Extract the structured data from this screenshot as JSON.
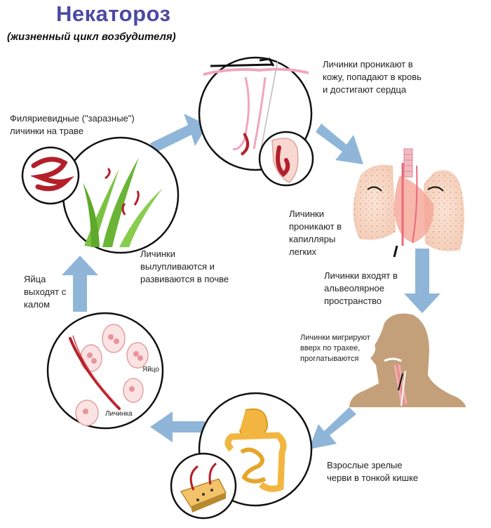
{
  "title": "Некатороз",
  "subtitle": "(жизненный цикл возбудителя)",
  "stages": {
    "skin": "Личинки проникают в\nкожу, попадают в кровь\nи достигают сердца",
    "lungs": "Личинки\nпроникают в\nкапилляры\nлегких",
    "alveoli": "Личинки входят в\nальвеолярное\nпространство",
    "trachea": "Личинки мигрируют\nвверх по трахее,\nпроглатываются",
    "intestine": "Взрослые зрелые\nчерви в тонкой кишке",
    "eggs": "Яйца\nвыходят с\nкалом",
    "soil": "Личинки\nвылупливаются и\nразвиваются в почве",
    "grass": "Филяриевидные (\"заразные\")\nличинки на траве"
  },
  "labels": {
    "egg": "Яйцо",
    "larva": "Личинка"
  },
  "colors": {
    "title": "#4b4ba3",
    "arrow": "#8fb6d8",
    "worm": "#b3202a",
    "skin": "#f5c9c9",
    "lung": "#f7d8c8",
    "body": "#c4a07a",
    "intestine": "#f2b640",
    "grass": "#7bc242"
  }
}
